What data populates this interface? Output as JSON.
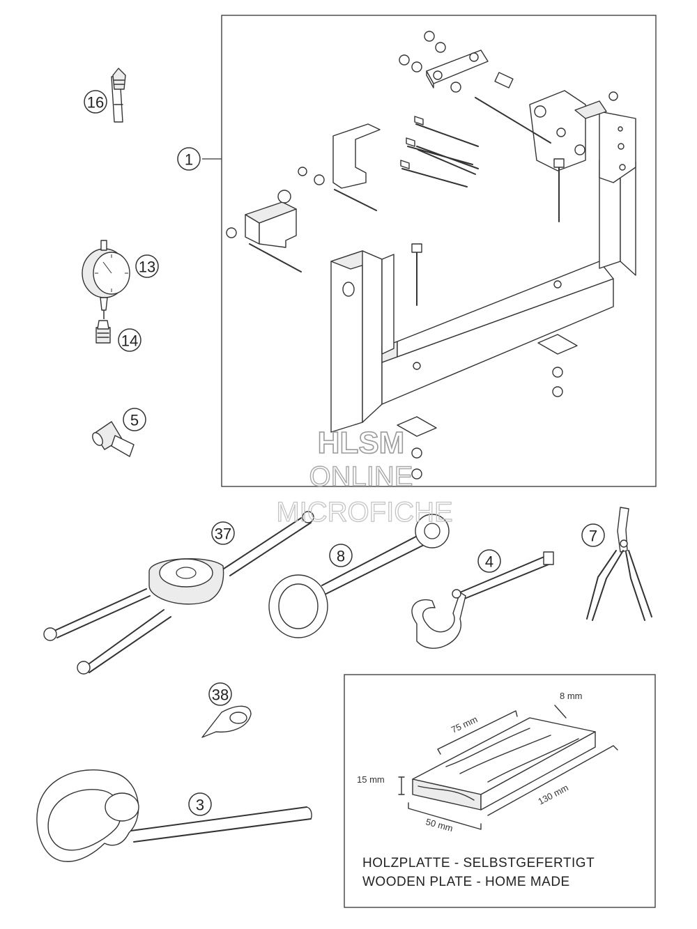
{
  "callouts": {
    "c1": "1",
    "c16": "16",
    "c13": "13",
    "c14": "14",
    "c5": "5",
    "c37": "37",
    "c8": "8",
    "c4": "4",
    "c7": "7",
    "c38": "38",
    "c3": "3"
  },
  "wooden_plate": {
    "dim_width_top": "75 mm",
    "dim_thickness_small": "8 mm",
    "dim_height": "15 mm",
    "dim_length": "130 mm",
    "dim_width_bottom": "50 mm",
    "caption_de": "HOLZPLATTE - SELBSTGEFERTIGT",
    "caption_en": "WOODEN PLATE - HOME MADE"
  },
  "watermark": {
    "line1": "HLSM",
    "line2": "ONLINE",
    "line3": "MICROFICHE"
  }
}
